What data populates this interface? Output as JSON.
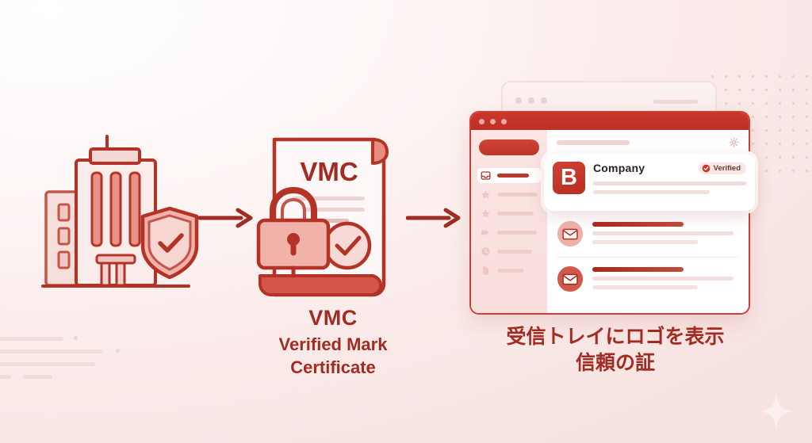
{
  "colors": {
    "brand_red": "#a32c22",
    "accent_red": "#c9372b",
    "light_pink": "#f7e3e1",
    "badge_bg": "#fbe7e5",
    "line_grey": "#f0dcda"
  },
  "flow": {
    "arrow_1_name": "arrow-right",
    "arrow_2_name": "arrow-right"
  },
  "left_illustration": {
    "name": "corporate-buildings-with-shield",
    "icons": [
      "office-building-icon",
      "shield-check-icon"
    ]
  },
  "certificate": {
    "document_label": "VMC",
    "icons": [
      "padlock-icon",
      "check-circle-icon",
      "scroll-document-icon"
    ],
    "caption_line1": "VMC",
    "caption_line2": "Verified Mark",
    "caption_line3": "Certificate"
  },
  "email_mock": {
    "window_dots": 3,
    "sidebar": {
      "compose_button": "",
      "items": [
        {
          "icon": "inbox-icon",
          "label": "",
          "active": true
        },
        {
          "icon": "star-icon",
          "label": "",
          "active": false
        },
        {
          "icon": "star-icon",
          "label": "",
          "active": false
        },
        {
          "icon": "tag-icon",
          "label": "",
          "active": false
        },
        {
          "icon": "clock-icon",
          "label": "",
          "active": false
        },
        {
          "icon": "document-icon",
          "label": "",
          "active": false
        }
      ]
    },
    "toolbar": {
      "search_placeholder": "",
      "settings_icon": "gear-icon"
    },
    "verified_card": {
      "logo_letter": "B",
      "sender_name": "Company",
      "badge_label": "Verified",
      "badge_icon": "check-circle-icon"
    },
    "messages": [
      {
        "avatar_icon": "envelope-icon",
        "subject": "",
        "preview_1": "",
        "preview_2": ""
      },
      {
        "avatar_icon": "envelope-icon",
        "subject": "",
        "preview_1": "",
        "preview_2": ""
      }
    ]
  },
  "right_caption": {
    "line1": "受信トレイにロゴを表示",
    "line2": "信頼の証"
  },
  "decorations": {
    "dot_grid": "dot-grid-pattern",
    "sparkle": "sparkle-star",
    "speed_lines": 4
  }
}
